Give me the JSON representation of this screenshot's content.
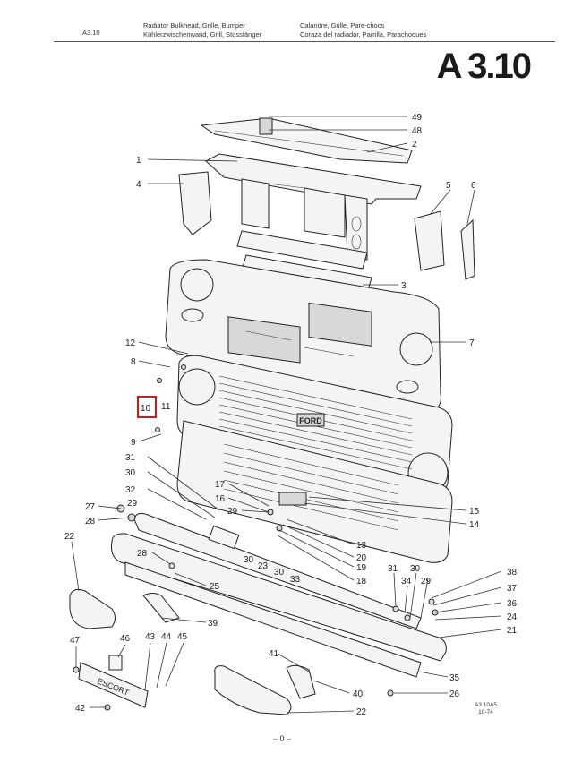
{
  "header": {
    "code": "A3.10",
    "titles": {
      "en": "Radiator Bulkhead, Grille, Bumper",
      "de": "Kühlerzwischenwand, Grill, Stossfänger",
      "fr": "Calandre, Grille, Pare-chocs",
      "es": "Coraza del radiador, Parrilla, Parachoques"
    }
  },
  "section_title": "A 3.10",
  "grille_badge": "FORD",
  "plate_text": "ESCORT",
  "highlighted_callout": "10",
  "callouts": [
    "49",
    "48",
    "2",
    "1",
    "4",
    "5",
    "6",
    "3",
    "7",
    "12",
    "8",
    "11",
    "10",
    "9",
    "31",
    "30",
    "32",
    "29",
    "27",
    "28",
    "22",
    "17",
    "16",
    "29",
    "15",
    "14",
    "13",
    "20",
    "19",
    "18",
    "30",
    "23",
    "30",
    "33",
    "28",
    "25",
    "39",
    "31",
    "34",
    "30",
    "29",
    "38",
    "37",
    "36",
    "24",
    "21",
    "47",
    "46",
    "43",
    "44",
    "45",
    "41",
    "40",
    "35",
    "26",
    "42",
    "22"
  ],
  "ref_code": {
    "line1": "A3.10A5",
    "line2": "10-74"
  },
  "page_number": "– 0 –"
}
